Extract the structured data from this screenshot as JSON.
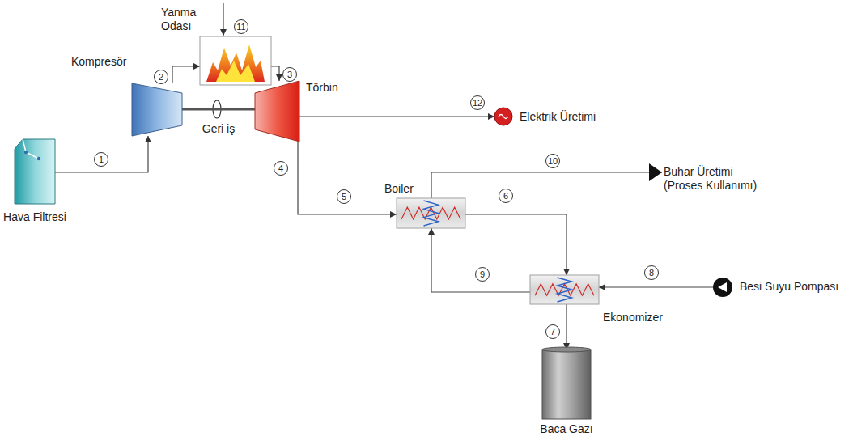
{
  "diagram": {
    "nodes": [
      {
        "text": [
          "Hava Filtresi"
        ]
      },
      {
        "text": [
          "Kompresör"
        ]
      },
      {
        "text": [
          "Yanma Odası"
        ]
      },
      {
        "text": [
          "Törbin"
        ]
      },
      {
        "text": [
          "Elektrik Üretimi"
        ]
      },
      {
        "text": [
          "Buhar Üretimi (Proses Kullanımı)"
        ]
      },
      {
        "text": [
          "Boiler"
        ]
      },
      {
        "text": [
          "Ekonomizer"
        ]
      },
      {
        "text": [
          "Besi Suyu Pompası"
        ]
      },
      {
        "text": [
          "Baca Gazı"
        ]
      }
    ],
    "edges": [
      {
        "from": 0,
        "to": 1,
        "arrow": "to"
      },
      {
        "from": 1,
        "to": 2,
        "arrow": "to"
      },
      {
        "from": 2,
        "to": 3,
        "arrow": "to"
      },
      {
        "from": 1,
        "to": 3,
        "arrow": "none",
        "label": "Geri iş"
      },
      {
        "from": 3,
        "to": 4,
        "arrow": "to"
      },
      {
        "from": 3,
        "to": 6,
        "arrow": "to"
      },
      {
        "from": 6,
        "to": 7,
        "arrow": "to"
      },
      {
        "from": 7,
        "to": 9,
        "arrow": "to"
      },
      {
        "from": 8,
        "to": 7,
        "arrow": "to"
      },
      {
        "from": 7,
        "to": 6,
        "arrow": "to"
      },
      {
        "from": 6,
        "to": 5,
        "arrow": "to"
      }
    ],
    "labels": [
      "1",
      "2",
      "3",
      "4",
      "5",
      "6",
      "7",
      "8",
      "9",
      "10",
      "11",
      "12"
    ]
  }
}
